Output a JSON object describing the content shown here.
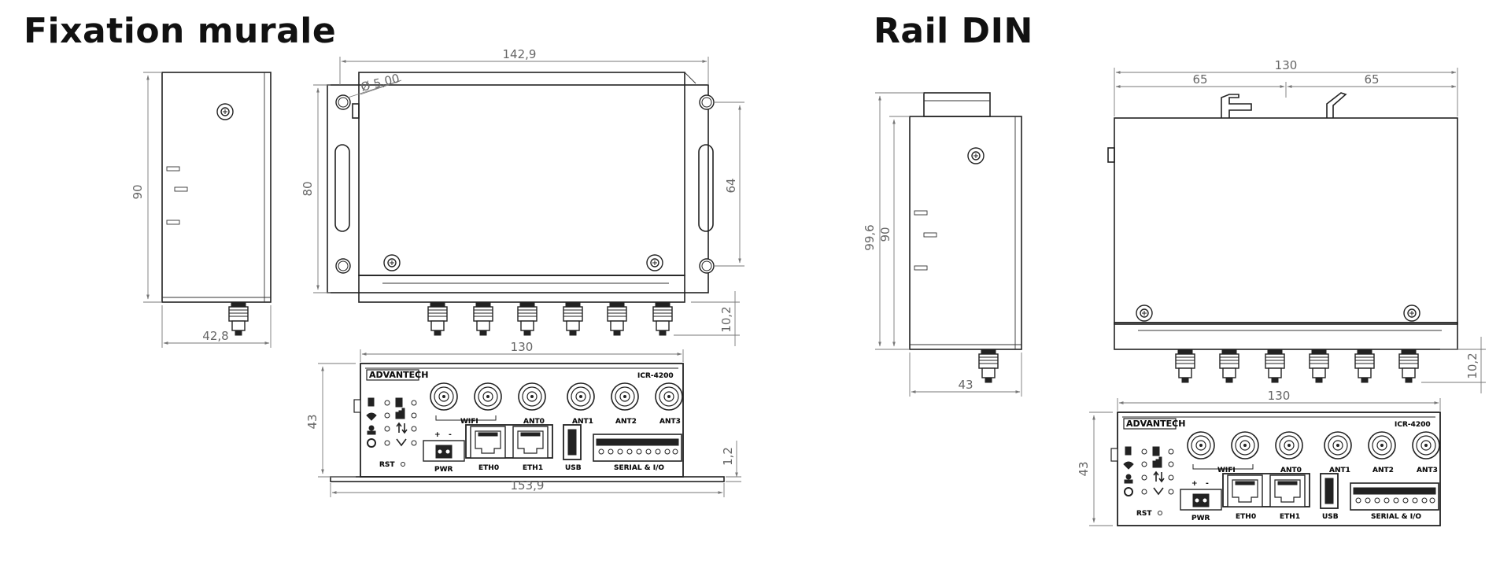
{
  "sections": {
    "wall_title": "Fixation murale",
    "din_title": "Rail DIN"
  },
  "wall": {
    "side": {
      "height": "90",
      "width": "42,8"
    },
    "top": {
      "width": "142,9",
      "hole": "Ø 5,00",
      "height": "80",
      "hole_spacing": "64",
      "connector_depth": "10,2"
    },
    "front": {
      "width": "130",
      "height": "43",
      "base_width": "153,9",
      "flange": "1,2"
    }
  },
  "din": {
    "side": {
      "total_height": "99,6",
      "height": "90",
      "width": "43"
    },
    "top": {
      "width": "130",
      "half_left": "65",
      "half_right": "65",
      "connector_depth": "10,2"
    },
    "front": {
      "width": "130",
      "height": "43"
    }
  },
  "panel": {
    "brand": "ADVANTECH",
    "model": "ICR-4200",
    "wifi": "WIFI",
    "ant0": "ANT0",
    "ant1": "ANT1",
    "ant2": "ANT2",
    "ant3": "ANT3",
    "pwr": "PWR",
    "plus": "+",
    "minus": "-",
    "eth0": "ETH0",
    "eth1": "ETH1",
    "usb": "USB",
    "serial": "SERIAL & I/O",
    "rst": "RST"
  }
}
